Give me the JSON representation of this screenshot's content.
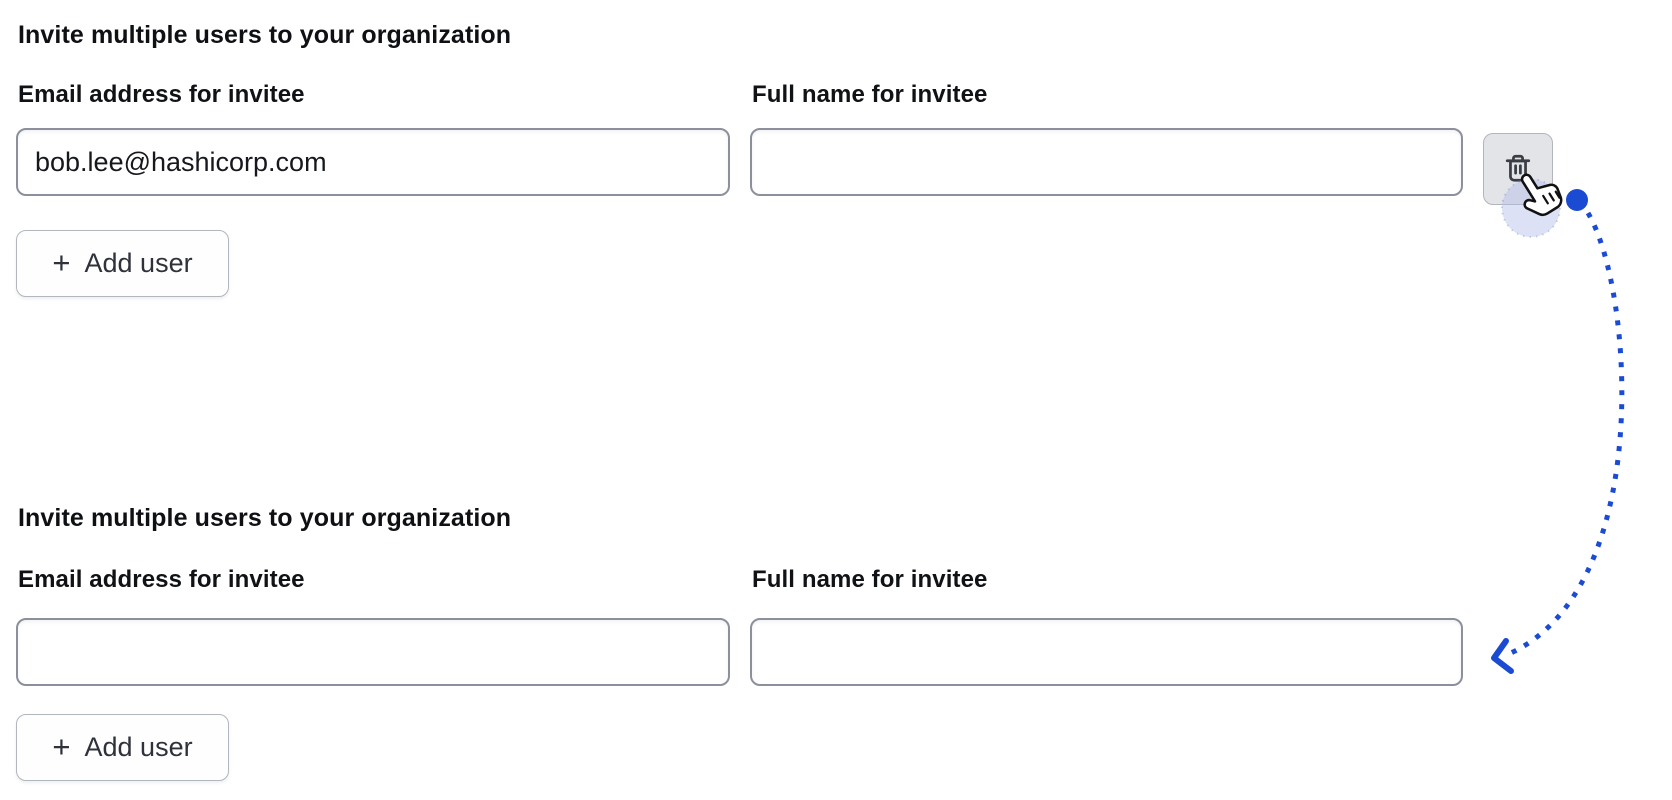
{
  "sections": [
    {
      "heading": "Invite multiple users to your organization",
      "email_label": "Email address for invitee",
      "name_label": "Full name for invitee",
      "email_value": "bob.lee@hashicorp.com",
      "name_value": "",
      "add_user_button": "Add user",
      "plus_icon": "+"
    },
    {
      "heading": "Invite multiple users to your organization",
      "email_label": "Email address for invitee",
      "name_label": "Full name for invitee",
      "email_value": "",
      "name_value": "",
      "add_user_button": "Add user",
      "plus_icon": "+"
    }
  ],
  "annotation": {
    "arrow_color": "#1c4bd3",
    "icon_color": "#3a3d45",
    "halo_fill": "rgba(178,188,233,0.45)",
    "halo_ring": "rgba(110,130,210,0.35)"
  }
}
